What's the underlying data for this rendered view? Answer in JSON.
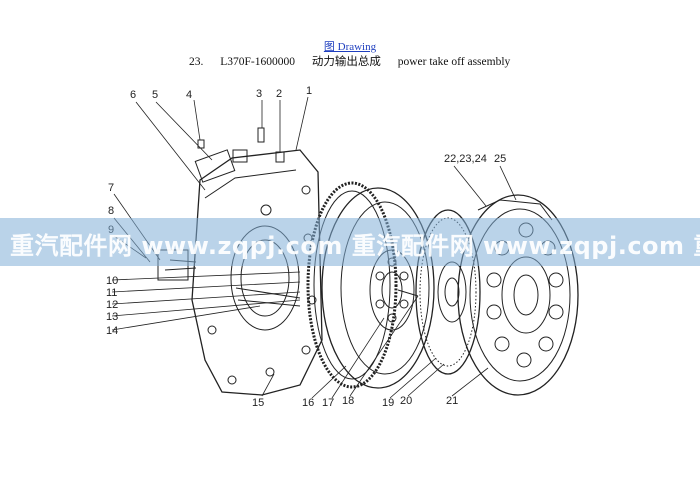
{
  "header": {
    "drawing_link": "图 Drawing",
    "index": "23.",
    "part_code": "L370F-1600000",
    "title_cn": "动力输出总成",
    "title_en": "power take off assembly"
  },
  "watermark": "重汽配件网 www.zqpj.com 重汽配件网 www.zqpj.com 重",
  "callouts": [
    "6",
    "5",
    "4",
    "3",
    "2",
    "1",
    "7",
    "8",
    "9",
    "10",
    "11",
    "12",
    "13",
    "14",
    "15",
    "16",
    "17",
    "18",
    "19",
    "20",
    "21",
    "22,23,24",
    "25"
  ],
  "colors": {
    "link": "#1f3fbf",
    "band": "#82afd7",
    "line": "#222222"
  }
}
